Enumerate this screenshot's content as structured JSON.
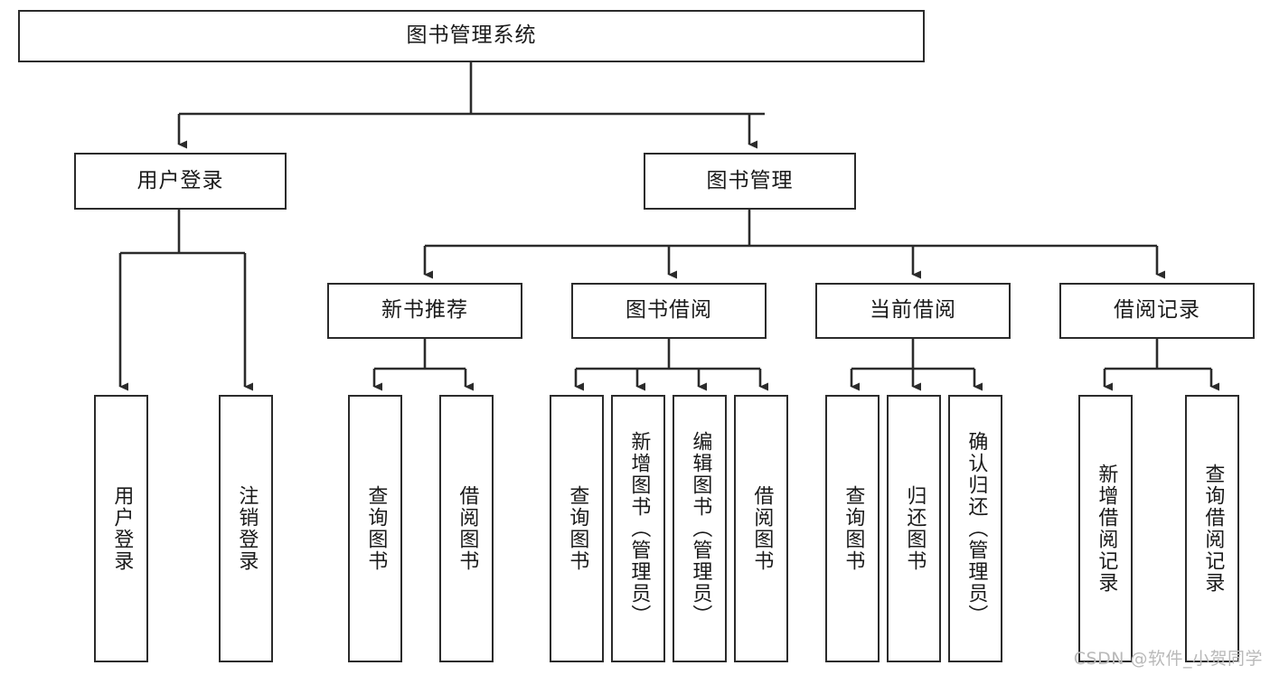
{
  "diagram": {
    "type": "tree-hierarchy",
    "title": "图书管理系统",
    "root": {
      "id": "root",
      "label": "图书管理系统"
    },
    "level2": [
      {
        "id": "user-login",
        "label": "用户登录"
      },
      {
        "id": "book-manage",
        "label": "图书管理"
      }
    ],
    "level3": [
      {
        "id": "new-book-recommend",
        "label": "新书推荐",
        "parent": "book-manage"
      },
      {
        "id": "book-borrow",
        "label": "图书借阅",
        "parent": "book-manage"
      },
      {
        "id": "current-borrow",
        "label": "当前借阅",
        "parent": "book-manage"
      },
      {
        "id": "borrow-record",
        "label": "借阅记录",
        "parent": "book-manage"
      }
    ],
    "leaves": [
      {
        "id": "leaf-user-login",
        "label": "用户登录",
        "parent": "user-login"
      },
      {
        "id": "leaf-user-logout",
        "label": "注销登录",
        "parent": "user-login"
      },
      {
        "id": "leaf-query-book-1",
        "label": "查询图书",
        "parent": "new-book-recommend"
      },
      {
        "id": "leaf-borrow-book-1",
        "label": "借阅图书",
        "parent": "new-book-recommend"
      },
      {
        "id": "leaf-query-book-2",
        "label": "查询图书",
        "parent": "book-borrow"
      },
      {
        "id": "leaf-add-book",
        "label": "新增图书（管理员）",
        "parent": "book-borrow"
      },
      {
        "id": "leaf-edit-book",
        "label": "编辑图书（管理员）",
        "parent": "book-borrow"
      },
      {
        "id": "leaf-borrow-book-2",
        "label": "借阅图书",
        "parent": "book-borrow"
      },
      {
        "id": "leaf-query-book-3",
        "label": "查询图书",
        "parent": "current-borrow"
      },
      {
        "id": "leaf-return-book",
        "label": "归还图书",
        "parent": "current-borrow"
      },
      {
        "id": "leaf-confirm-return",
        "label": "确认归还（管理员）",
        "parent": "current-borrow"
      },
      {
        "id": "leaf-add-record",
        "label": "新增借阅记录",
        "parent": "borrow-record"
      },
      {
        "id": "leaf-query-record",
        "label": "查询借阅记录",
        "parent": "borrow-record"
      }
    ],
    "colors": {
      "box_border": "#2b2b2b",
      "box_fill": "#ffffff",
      "connector": "#2b2b2b",
      "text": "#1a1a1a",
      "watermark": "#b9b9b9",
      "background": "#ffffff"
    }
  },
  "watermark": {
    "text": "CSDN @软件_小贺同学"
  }
}
